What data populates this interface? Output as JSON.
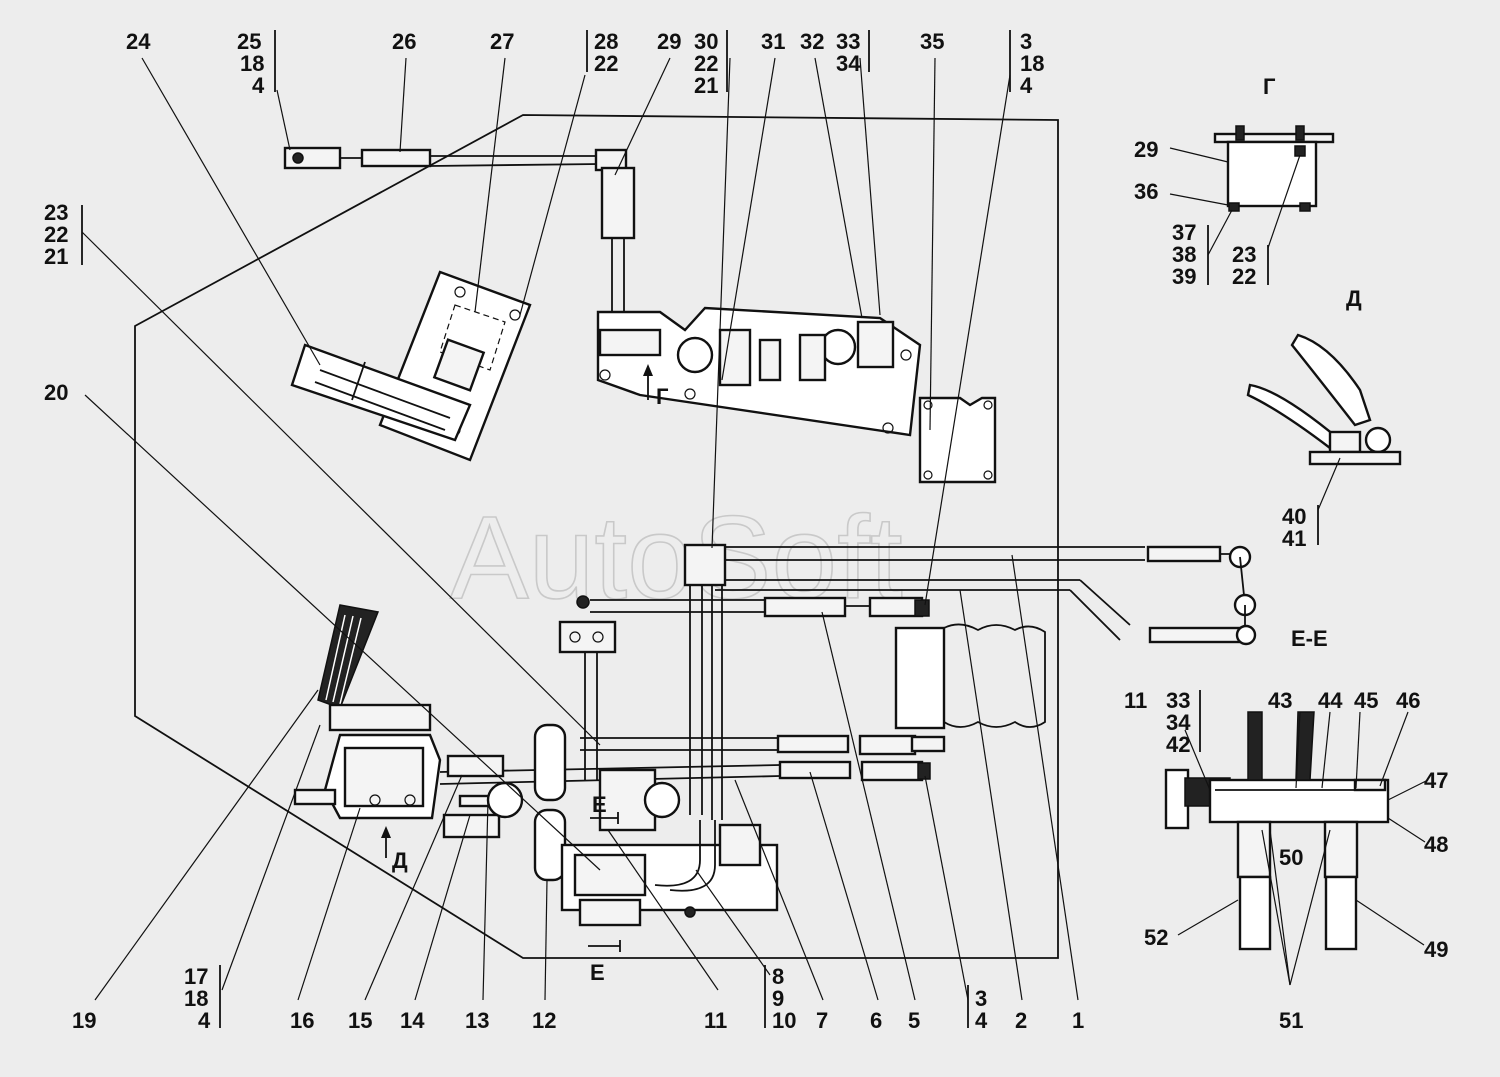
{
  "watermark": "AutoSoft",
  "views": {
    "g": "Г",
    "d": "Д",
    "ee": "Е-Е",
    "arrow_g": "Г",
    "arrow_d": "Д",
    "section_e_1": "Е",
    "section_e_2": "Е"
  },
  "callouts": {
    "c1": "1",
    "c2": "2",
    "c3": "3",
    "c4": "4",
    "c5": "5",
    "c6": "6",
    "c7": "7",
    "c8": "8",
    "c9": "9",
    "c10": "10",
    "c11": "11",
    "c12": "12",
    "c13": "13",
    "c14": "14",
    "c15": "15",
    "c16": "16",
    "c17": "17",
    "c18": "18",
    "c19": "19",
    "c20": "20",
    "c21": "21",
    "c22": "22",
    "c23": "23",
    "c24": "24",
    "c25": "25",
    "c26": "26",
    "c27": "27",
    "c28": "28",
    "c29": "29",
    "c30": "30",
    "c31": "31",
    "c32": "32",
    "c33": "33",
    "c34": "34",
    "c35": "35",
    "c36": "36",
    "c37": "37",
    "c38": "38",
    "c39": "39",
    "c40": "40",
    "c41": "41",
    "c42": "42",
    "c43": "43",
    "c44": "44",
    "c45": "45",
    "c46": "46",
    "c47": "47",
    "c48": "48",
    "c49": "49",
    "c50": "50",
    "c51": "51",
    "c52": "52"
  }
}
